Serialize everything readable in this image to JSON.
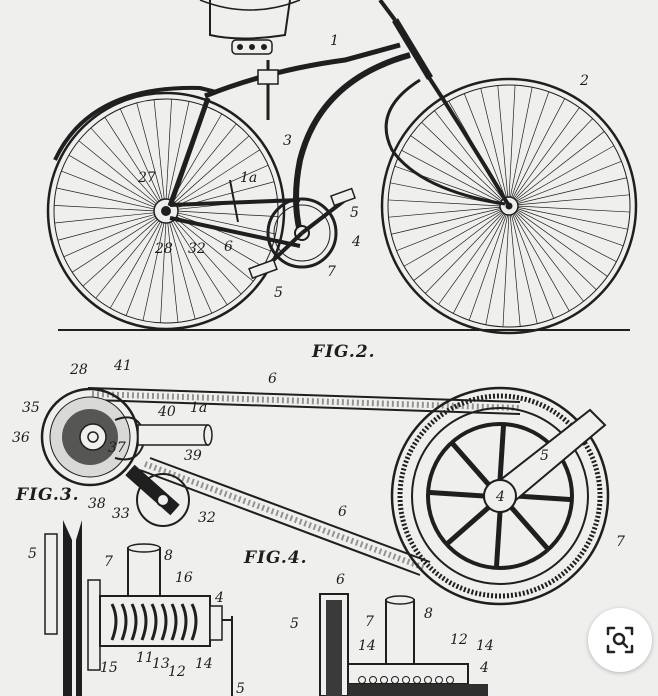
{
  "figures": {
    "fig2": "FIG.2.",
    "fig3": "FIG.3.",
    "fig4": "FIG.4."
  },
  "labels": {
    "frame": "1",
    "front_wheel": "2",
    "rear_fork": "3",
    "crank_hub": "4",
    "pedal_upper": "5",
    "pedal_lower": "5",
    "link": "6",
    "crank_chain": "7",
    "rear_hub_a": "27",
    "rear_hub_b": "28",
    "rear_hub_c": "32",
    "fork_arm": "1a",
    "f3_top": "28",
    "f3_41": "41",
    "f3_35": "35",
    "f3_36": "36",
    "f3_37": "37",
    "f3_40": "40",
    "f3_1a": "1a",
    "f3_39": "39",
    "f3_38": "38",
    "f3_33": "33",
    "f3_32": "32",
    "f3_belt_top": "6",
    "f3_belt_low": "6",
    "f3_sprocket_hub": "4",
    "f3_crank": "5",
    "f3_sprocket_rim": "7",
    "f4_5": "5",
    "f4_7": "7",
    "f4_8": "8",
    "f4_16": "16",
    "f4_4": "4",
    "f4_15": "15",
    "f4_11": "11",
    "f4_13": "13",
    "f4_12": "12",
    "f4_14": "14",
    "f4_5b": "5",
    "f5_6": "6",
    "f5_5": "5",
    "f5_7": "7",
    "f5_8": "8",
    "f5_14": "14",
    "f5_12": "12",
    "f5_14b": "14",
    "f5_4": "4"
  },
  "controls": {
    "lens_icon": "visual-search-icon"
  },
  "colors": {
    "paper": "#efefed",
    "ink": "#1f1f1f"
  }
}
